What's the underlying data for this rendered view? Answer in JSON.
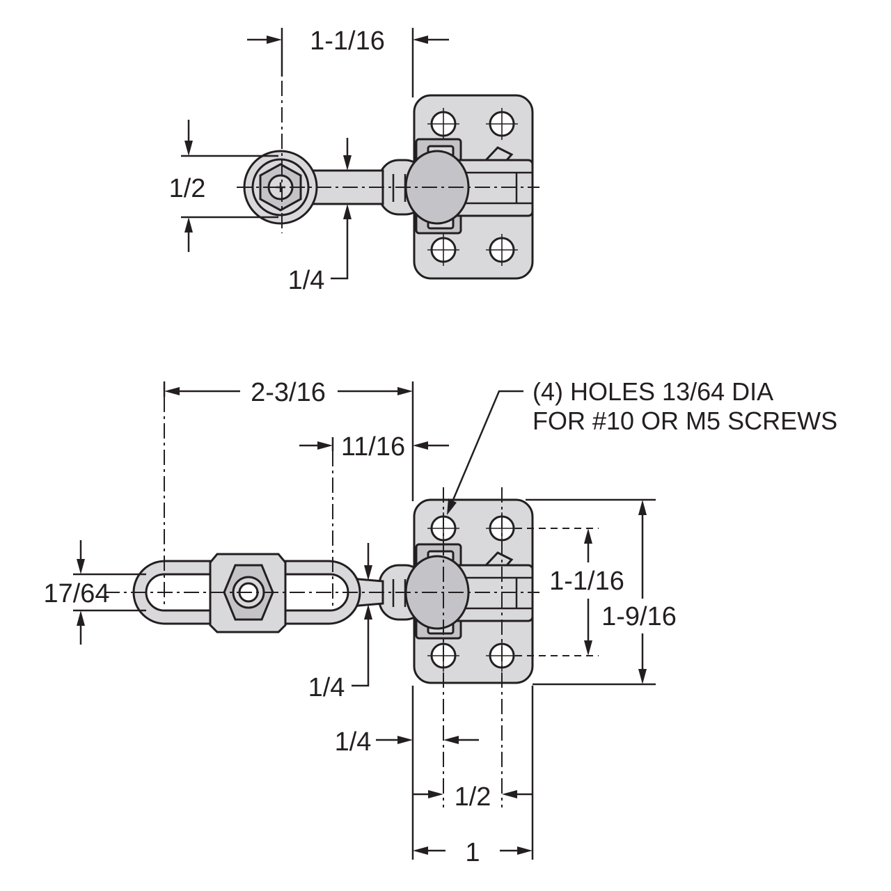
{
  "top_view": {
    "dim_width": "1-1/16",
    "dim_spindle_height": "1/2",
    "dim_arm_thickness": "1/4"
  },
  "side_view": {
    "dim_reach": "2-3/16",
    "dim_offset": "11/16",
    "dim_slot": "17/64",
    "dim_arm_thickness": "1/4",
    "dim_base_offset": "1/4",
    "dim_hole_spacing_x": "1/2",
    "dim_base_width": "1",
    "dim_hole_spacing_y": "1-1/16",
    "dim_base_length": "1-9/16",
    "note_line1": "(4) HOLES 13/64 DIA",
    "note_line2": "FOR #10 OR M5 SCREWS"
  },
  "colors": {
    "part_fill": "#d9d9dc",
    "line": "#231f20",
    "background": "#ffffff"
  }
}
